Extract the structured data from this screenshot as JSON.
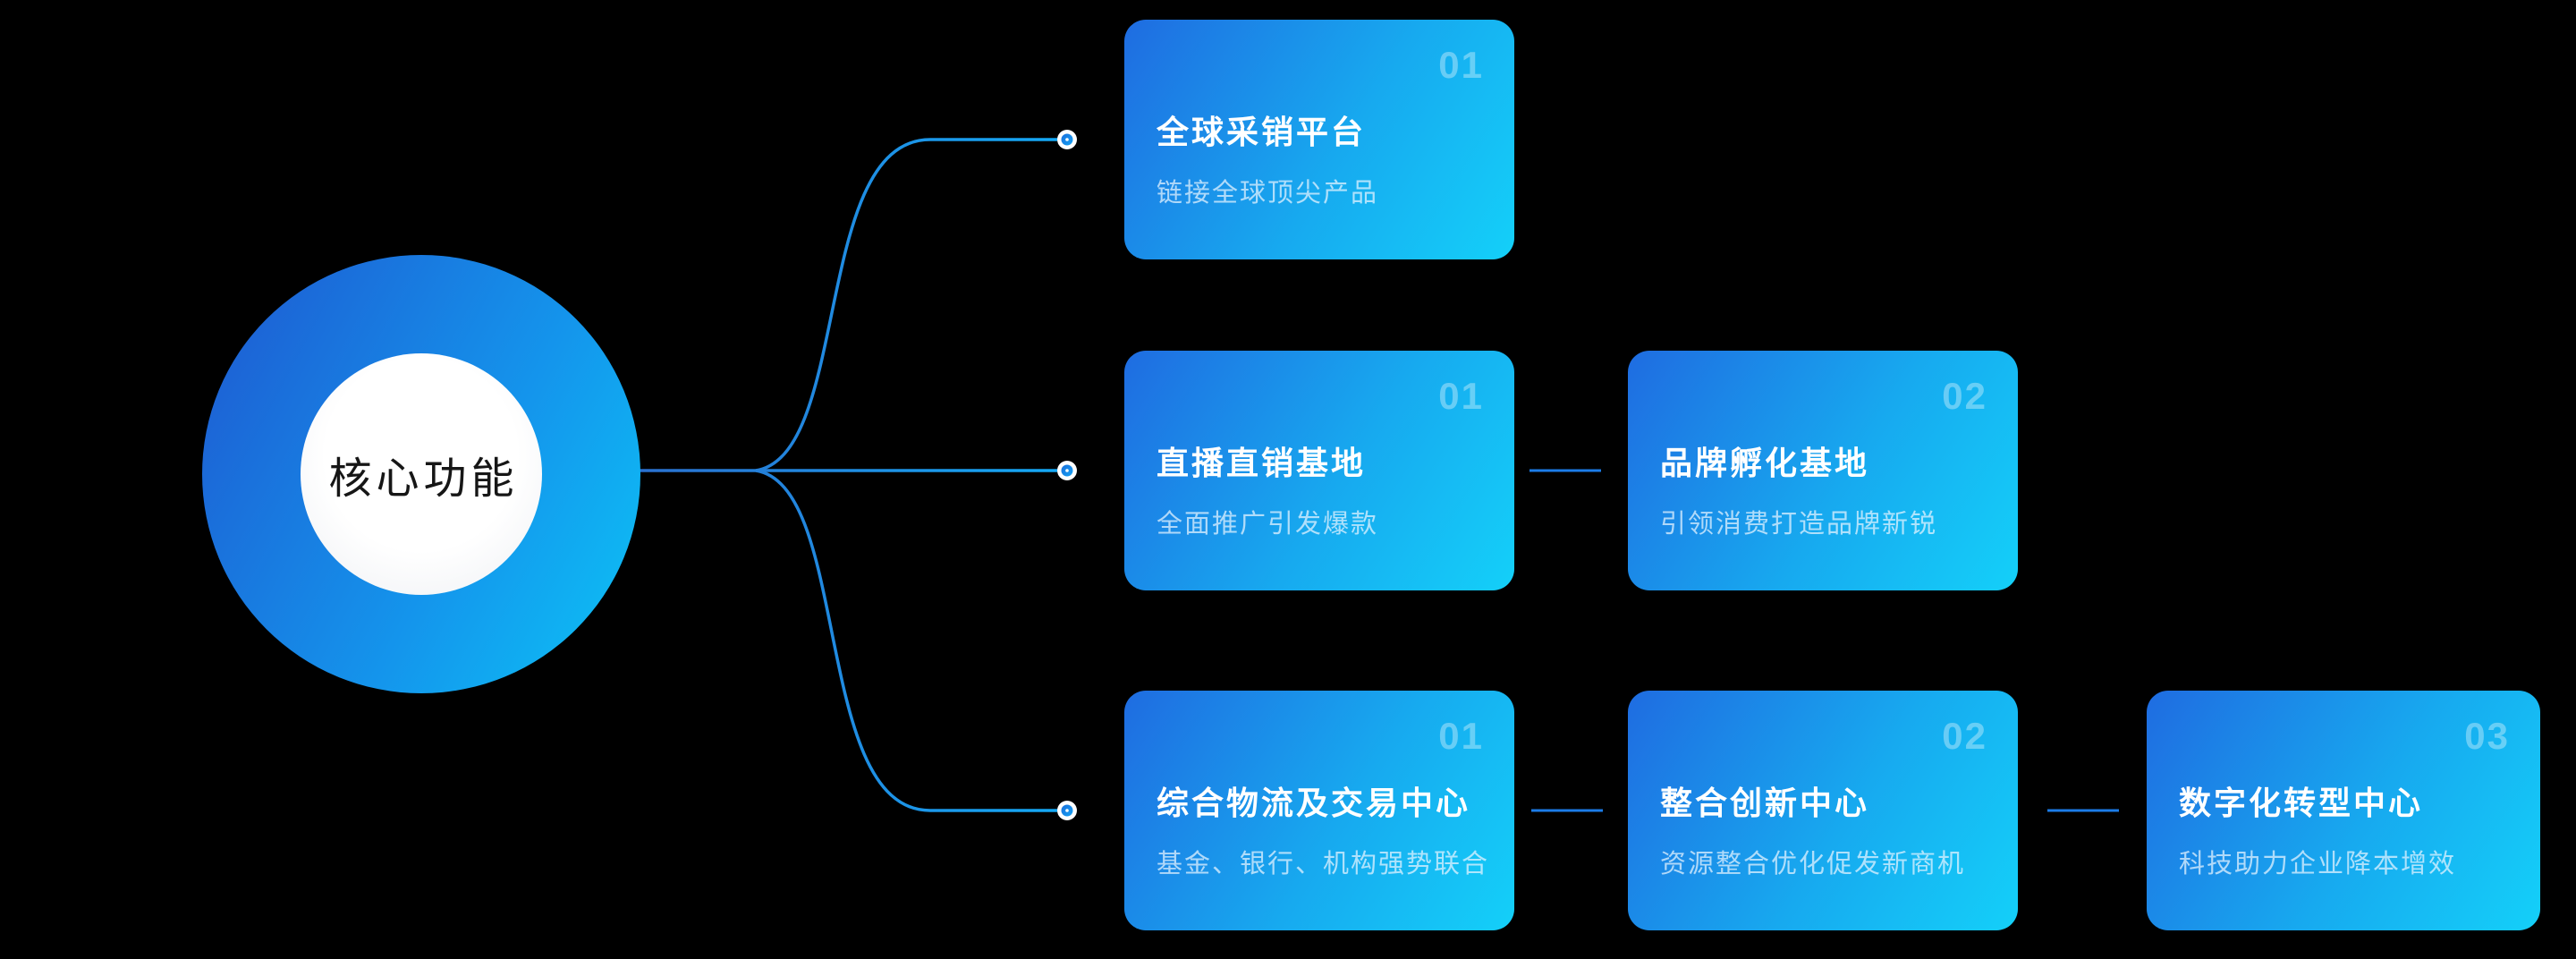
{
  "center": {
    "label": "核心功能"
  },
  "rows": [
    {
      "cards": [
        {
          "number": "01",
          "title": "全球采销平台",
          "subtitle": "链接全球顶尖产品"
        }
      ]
    },
    {
      "cards": [
        {
          "number": "01",
          "title": "直播直销基地",
          "subtitle": "全面推广引发爆款"
        },
        {
          "number": "02",
          "title": "品牌孵化基地",
          "subtitle": "引领消费打造品牌新锐"
        }
      ]
    },
    {
      "cards": [
        {
          "number": "01",
          "title": "综合物流及交易中心",
          "subtitle": "基金、银行、机构强势联合"
        },
        {
          "number": "02",
          "title": "整合创新中心",
          "subtitle": "资源整合优化促发新商机"
        },
        {
          "number": "03",
          "title": "数字化转型中心",
          "subtitle": "科技助力企业降本增效"
        }
      ]
    }
  ],
  "colors": {
    "background": "#000000",
    "card_gradient_start": "#1f6ce1",
    "card_gradient_mid": "#17a9ef",
    "card_gradient_end": "#14d0f9",
    "circle_gradient_start": "#1d60d4",
    "circle_gradient_end": "#0cc4f6",
    "line_gradient_start": "#2e66c8",
    "line_gradient_end": "#14aaf6",
    "short_connector_blue": "#1b7ce8",
    "title_text": "#ffffff",
    "number_text": "rgba(255,255,255,0.35)",
    "subtitle_text": "rgba(228,243,255,0.74)",
    "hub_label_text": "#161616"
  }
}
